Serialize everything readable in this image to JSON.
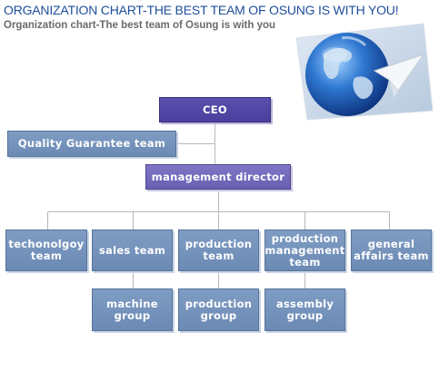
{
  "header": {
    "title": "ORGANIZATION CHART-THE BEST TEAM OF OSUNG IS WITH YOU!",
    "subtitle": "Organization chart-The best team of Osung is with you"
  },
  "illustration": {
    "icon": "globe-with-paper-plane-icon"
  },
  "org_chart": {
    "ceo": "CEO",
    "quality_team": "Quality Guarantee team",
    "director": "management director",
    "teams": [
      {
        "line1": "techonolgoy",
        "line2": "team"
      },
      {
        "line1": "sales team",
        "line2": ""
      },
      {
        "line1": "production",
        "line2": "team"
      },
      {
        "line1": "production",
        "line2": "management",
        "line3": "team"
      },
      {
        "line1": "general",
        "line2": "affairs team"
      }
    ],
    "groups": [
      {
        "line1": "machine",
        "line2": "group"
      },
      {
        "line1": "production",
        "line2": "group"
      },
      {
        "line1": "assembly",
        "line2": "group"
      }
    ]
  },
  "colors": {
    "title": "#1f4e9b",
    "team_box": "#6b8ab4",
    "director_box": "#6860b2",
    "ceo_box": "#4a3f9c",
    "connector": "#b8b8b8"
  }
}
